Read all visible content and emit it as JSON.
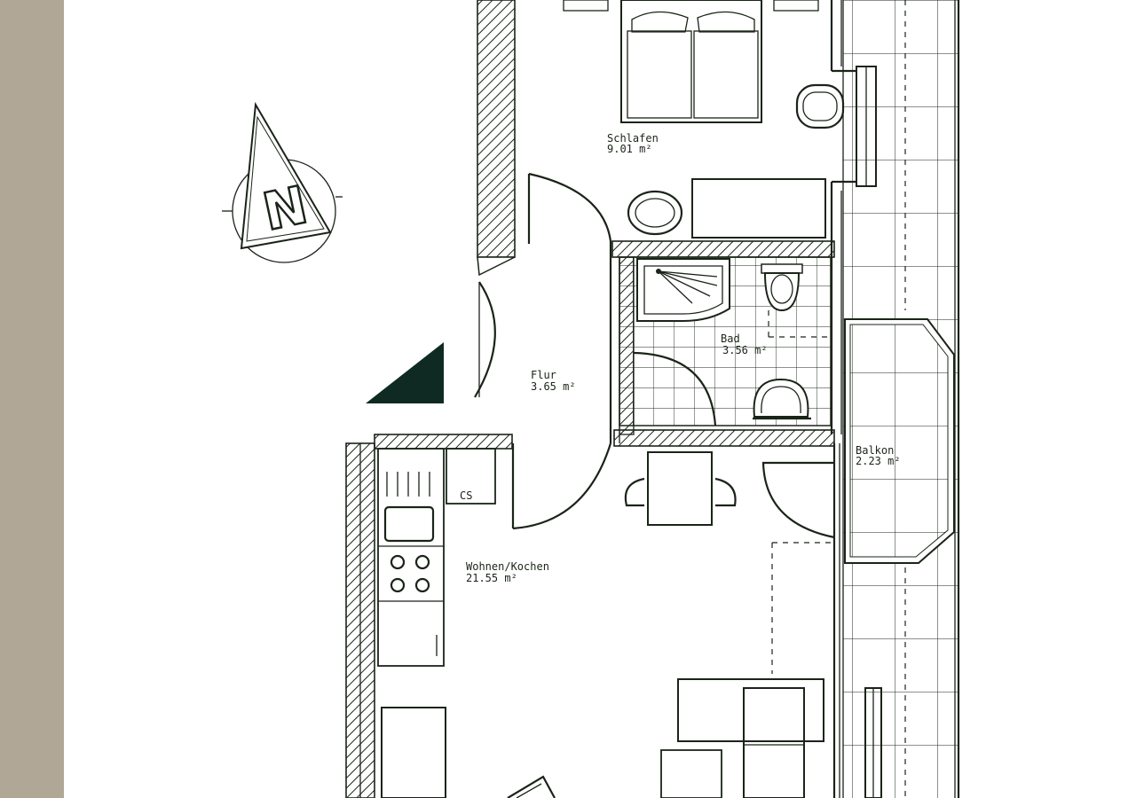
{
  "colors": {
    "side_strip": "#b1a796",
    "ink": "#1a2418",
    "paper": "#ffffff"
  },
  "compass": {
    "letter": "N"
  },
  "rooms": [
    {
      "id": "schlafen",
      "name": "Schlafen",
      "area": "9.01 m²"
    },
    {
      "id": "bad",
      "name": "Bad",
      "area": "3.56 m²"
    },
    {
      "id": "flur",
      "name": "Flur",
      "area": "3.65 m²"
    },
    {
      "id": "balkon",
      "name": "Balkon",
      "area": "2.23 m²"
    },
    {
      "id": "wohnen",
      "name": "Wohnen/Kochen",
      "area": "21.55 m²"
    }
  ],
  "appliance_labels": {
    "cs": "CS"
  }
}
